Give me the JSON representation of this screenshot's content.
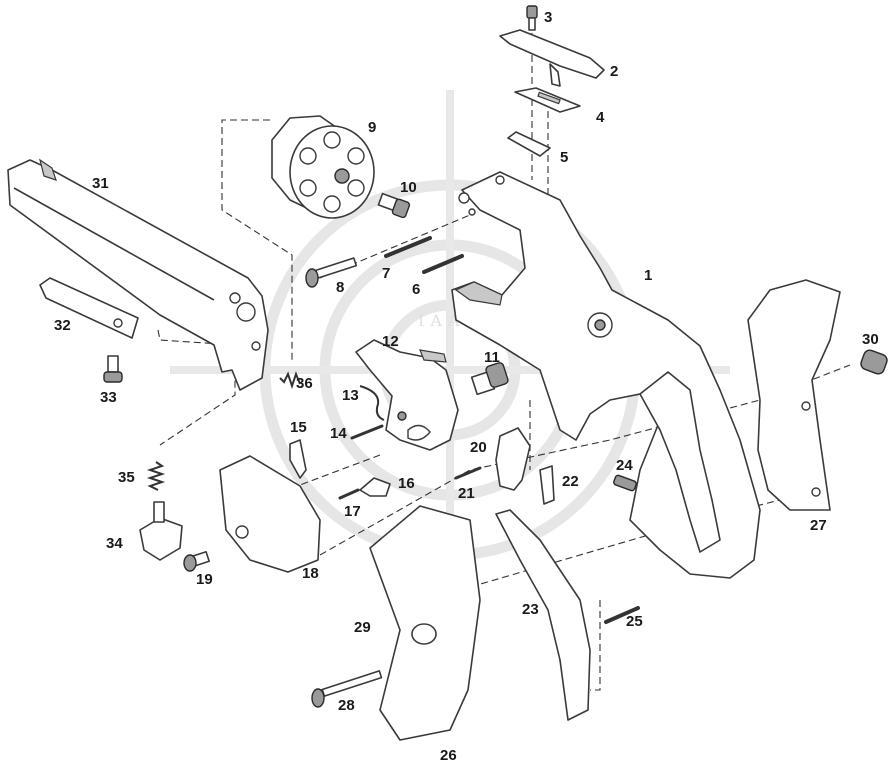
{
  "labels": {
    "p1": "1",
    "p2": "2",
    "p3": "3",
    "p4": "4",
    "p5": "5",
    "p6": "6",
    "p7": "7",
    "p8": "8",
    "p9": "9",
    "p10": "10",
    "p11": "11",
    "p12": "12",
    "p13": "13",
    "p14": "14",
    "p15": "15",
    "p16": "16",
    "p17": "17",
    "p18": "18",
    "p19": "19",
    "p20": "20",
    "p21": "21",
    "p22": "22",
    "p23": "23",
    "p24": "24",
    "p25": "25",
    "p26": "26",
    "p27": "27",
    "p28": "28",
    "p29": "29",
    "p30": "30",
    "p31": "31",
    "p32": "32",
    "p33": "33",
    "p34": "34",
    "p35": "35",
    "p36": "36"
  },
  "watermark": {
    "text": "IAAC"
  },
  "colors": {
    "ink": "#1a1a1a",
    "watermark": "#e6e6e6"
  }
}
